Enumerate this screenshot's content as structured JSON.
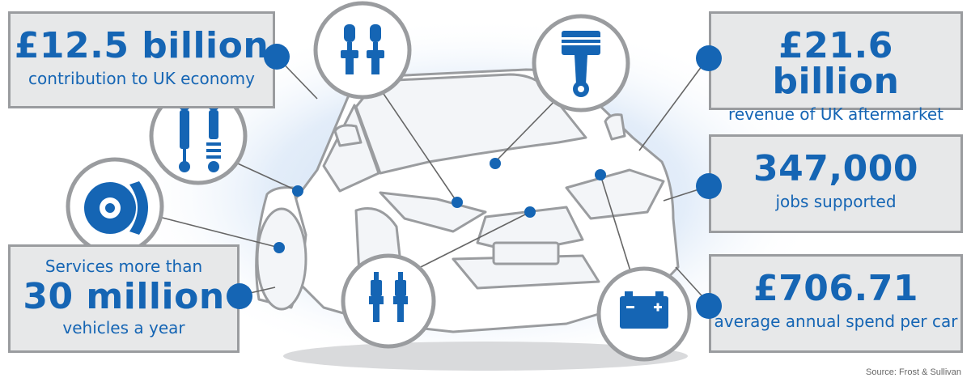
{
  "stats": {
    "economy": {
      "value": "£12.5 billion",
      "label": "contribution to UK economy"
    },
    "aftermarket": {
      "value": "£21.6 billion",
      "label": "revenue of UK aftermarket"
    },
    "jobs": {
      "value": "347,000",
      "label": "jobs supported"
    },
    "vehicles": {
      "prefix": "Services more than",
      "value": "30 million",
      "label": "vehicles a year"
    },
    "spend": {
      "value": "£706.71",
      "label": "average annual spend per car"
    }
  },
  "source": "Source: Frost & Sullivan",
  "icons": [
    "headlight-bulbs-icon",
    "piston-icon",
    "shock-absorbers-icon",
    "brake-disc-icon",
    "spark-plugs-icon",
    "battery-icon"
  ],
  "colors": {
    "accent": "#1565b4",
    "box_fill": "#e7e8e9",
    "box_border": "#9a9c9f",
    "glow": "#cfe0f5"
  }
}
